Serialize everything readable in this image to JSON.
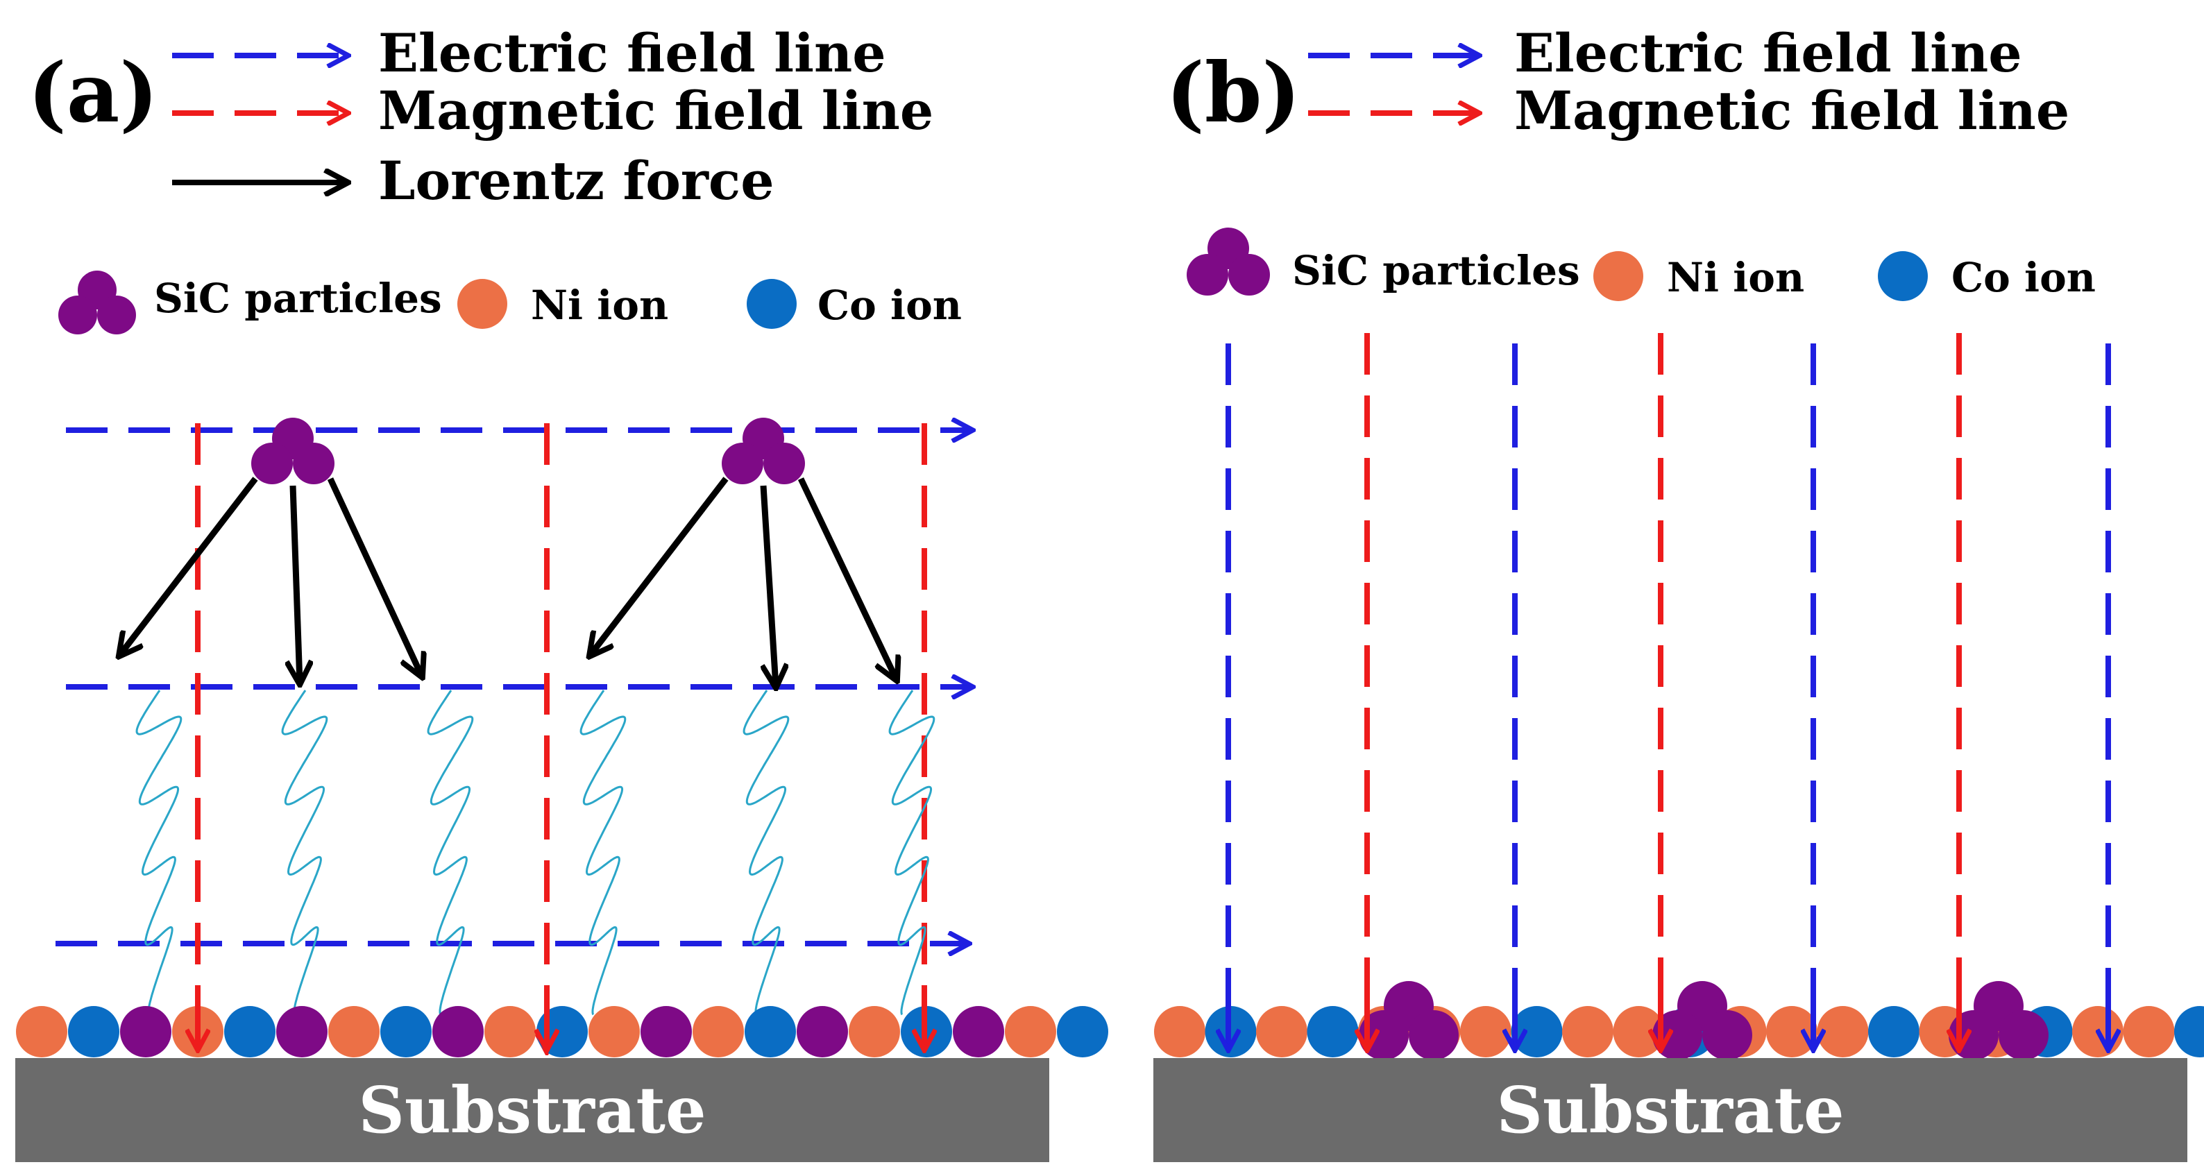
{
  "colors": {
    "electric_field": "#1f1fe0",
    "magnetic_field": "#ee1c1c",
    "lorentz_force": "#000000",
    "sic": "#7e0a86",
    "ni": "#ec7046",
    "co": "#0a6dc4",
    "spiral": "#2aa6c8",
    "substrate": "#6b6b6b",
    "substrate_text": "#ffffff"
  },
  "panel_a": {
    "label": "(a)",
    "legend": {
      "electric": "Electric field line",
      "magnetic": "Magnetic field line",
      "lorentz": "Lorentz force"
    },
    "species": {
      "sic": "SiC particles",
      "ni": "Ni ion",
      "co": "Co ion"
    },
    "field_direction": "horizontal",
    "substrate": "Substrate"
  },
  "panel_b": {
    "label": "(b)",
    "legend": {
      "electric": "Electric field line",
      "magnetic": "Magnetic field line"
    },
    "species": {
      "sic": "SiC particles",
      "ni": "Ni ion",
      "co": "Co ion"
    },
    "field_direction": "vertical",
    "substrate": "Substrate"
  },
  "icons": {
    "sic": "sic-particle-icon",
    "ni": "ni-ion-icon",
    "co": "co-ion-icon",
    "electric_arrow": "electric-field-arrow-icon",
    "magnetic_arrow": "magnetic-field-arrow-icon",
    "lorentz_arrow": "lorentz-force-arrow-icon"
  }
}
